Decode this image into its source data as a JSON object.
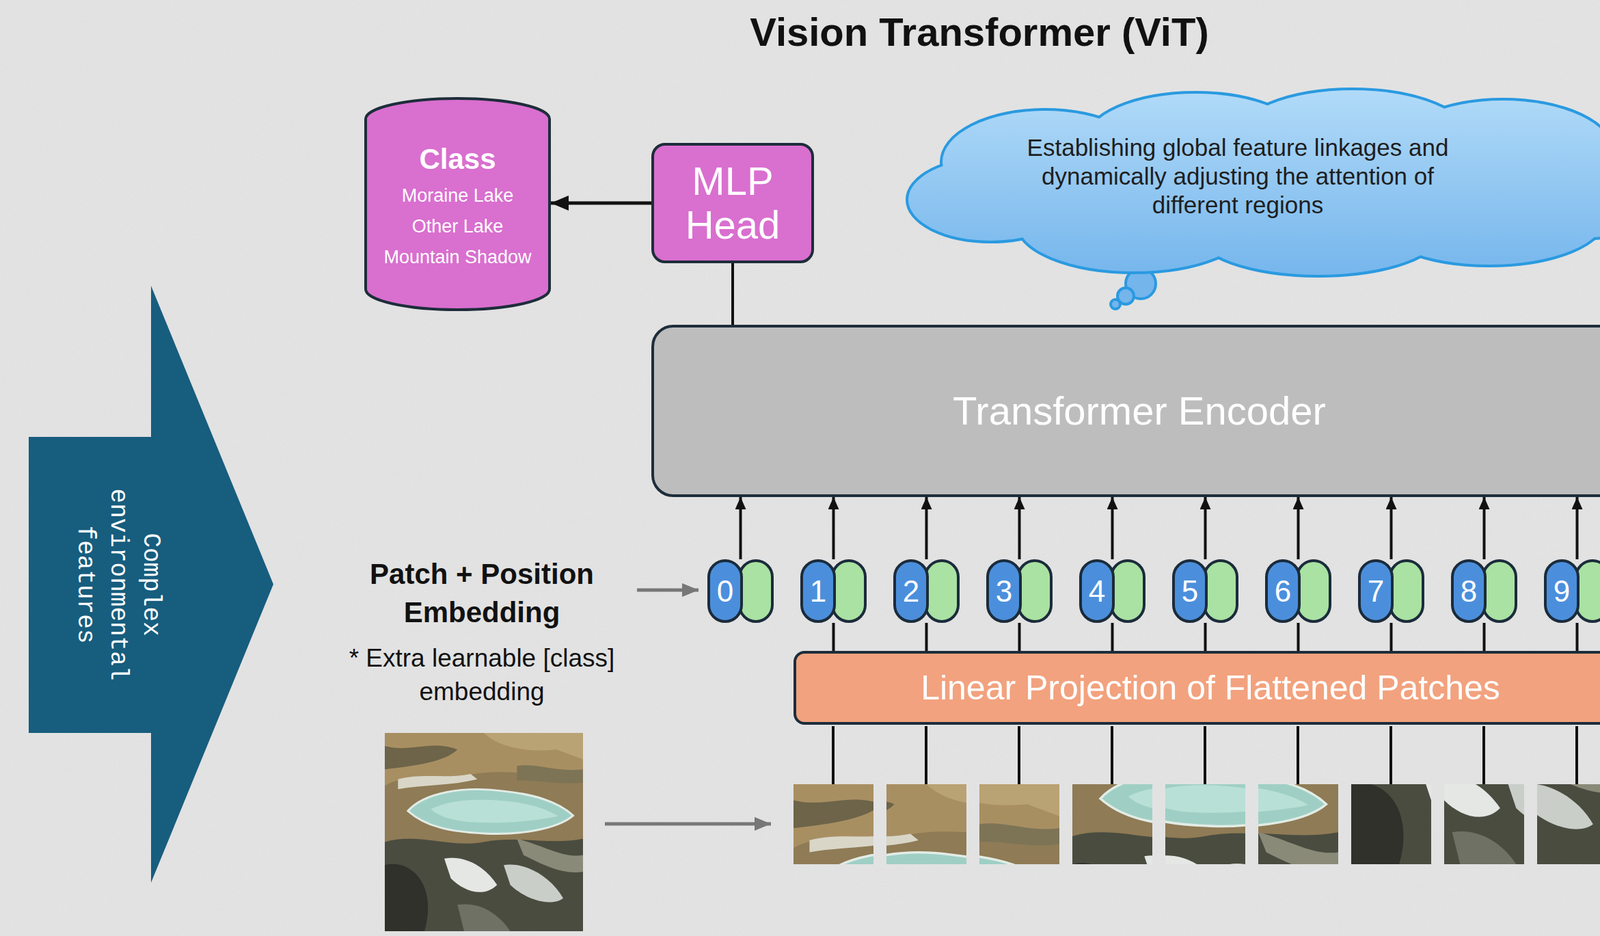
{
  "diagram": {
    "title": "Vision Transformer (ViT)",
    "nodes": [
      {
        "text": [
          "Class",
          "Moraine Lake",
          "Other Lake",
          "Mountain Shadow"
        ]
      },
      {
        "text": [
          "MLP Head"
        ]
      },
      {
        "text": [
          "Establishing global feature linkages and dynamically adjusting the attention of different regions"
        ]
      },
      {
        "text": [
          "Transformer Encoder"
        ]
      },
      {
        "text": [
          "Complex environmental features"
        ]
      },
      {
        "text": [
          "0"
        ]
      },
      {
        "text": [
          "1"
        ]
      },
      {
        "text": [
          "2"
        ]
      },
      {
        "text": [
          "3"
        ]
      },
      {
        "text": [
          "4"
        ]
      },
      {
        "text": [
          "5"
        ]
      },
      {
        "text": [
          "6"
        ]
      },
      {
        "text": [
          "7"
        ]
      },
      {
        "text": [
          "8"
        ]
      },
      {
        "text": [
          "9"
        ]
      },
      {
        "text": [
          "Linear Projection of Flattened Patches"
        ]
      }
    ],
    "edges": [
      {
        "from": 1,
        "to": 0,
        "arrow": "to"
      },
      {
        "from": 3,
        "to": 1,
        "arrow": "none"
      },
      {
        "from": 5,
        "to": 3,
        "arrow": "to"
      },
      {
        "from": 6,
        "to": 3,
        "arrow": "to"
      },
      {
        "from": 7,
        "to": 3,
        "arrow": "to"
      },
      {
        "from": 8,
        "to": 3,
        "arrow": "to"
      },
      {
        "from": 9,
        "to": 3,
        "arrow": "to"
      },
      {
        "from": 10,
        "to": 3,
        "arrow": "to"
      },
      {
        "from": 11,
        "to": 3,
        "arrow": "to"
      },
      {
        "from": 12,
        "to": 3,
        "arrow": "to"
      },
      {
        "from": 13,
        "to": 3,
        "arrow": "to"
      },
      {
        "from": 14,
        "to": 3,
        "arrow": "to"
      },
      {
        "from": 15,
        "to": 6,
        "arrow": "none"
      },
      {
        "from": 15,
        "to": 7,
        "arrow": "none"
      },
      {
        "from": 15,
        "to": 8,
        "arrow": "none"
      },
      {
        "from": 15,
        "to": 9,
        "arrow": "none"
      },
      {
        "from": 15,
        "to": 10,
        "arrow": "none"
      },
      {
        "from": 15,
        "to": 11,
        "arrow": "none"
      },
      {
        "from": 15,
        "to": 12,
        "arrow": "none"
      },
      {
        "from": 15,
        "to": 13,
        "arrow": "none"
      },
      {
        "from": 15,
        "to": 14,
        "arrow": "none"
      }
    ],
    "labels": [
      "Patch + Position Embedding",
      "* Extra learnable [class] embedding"
    ]
  }
}
